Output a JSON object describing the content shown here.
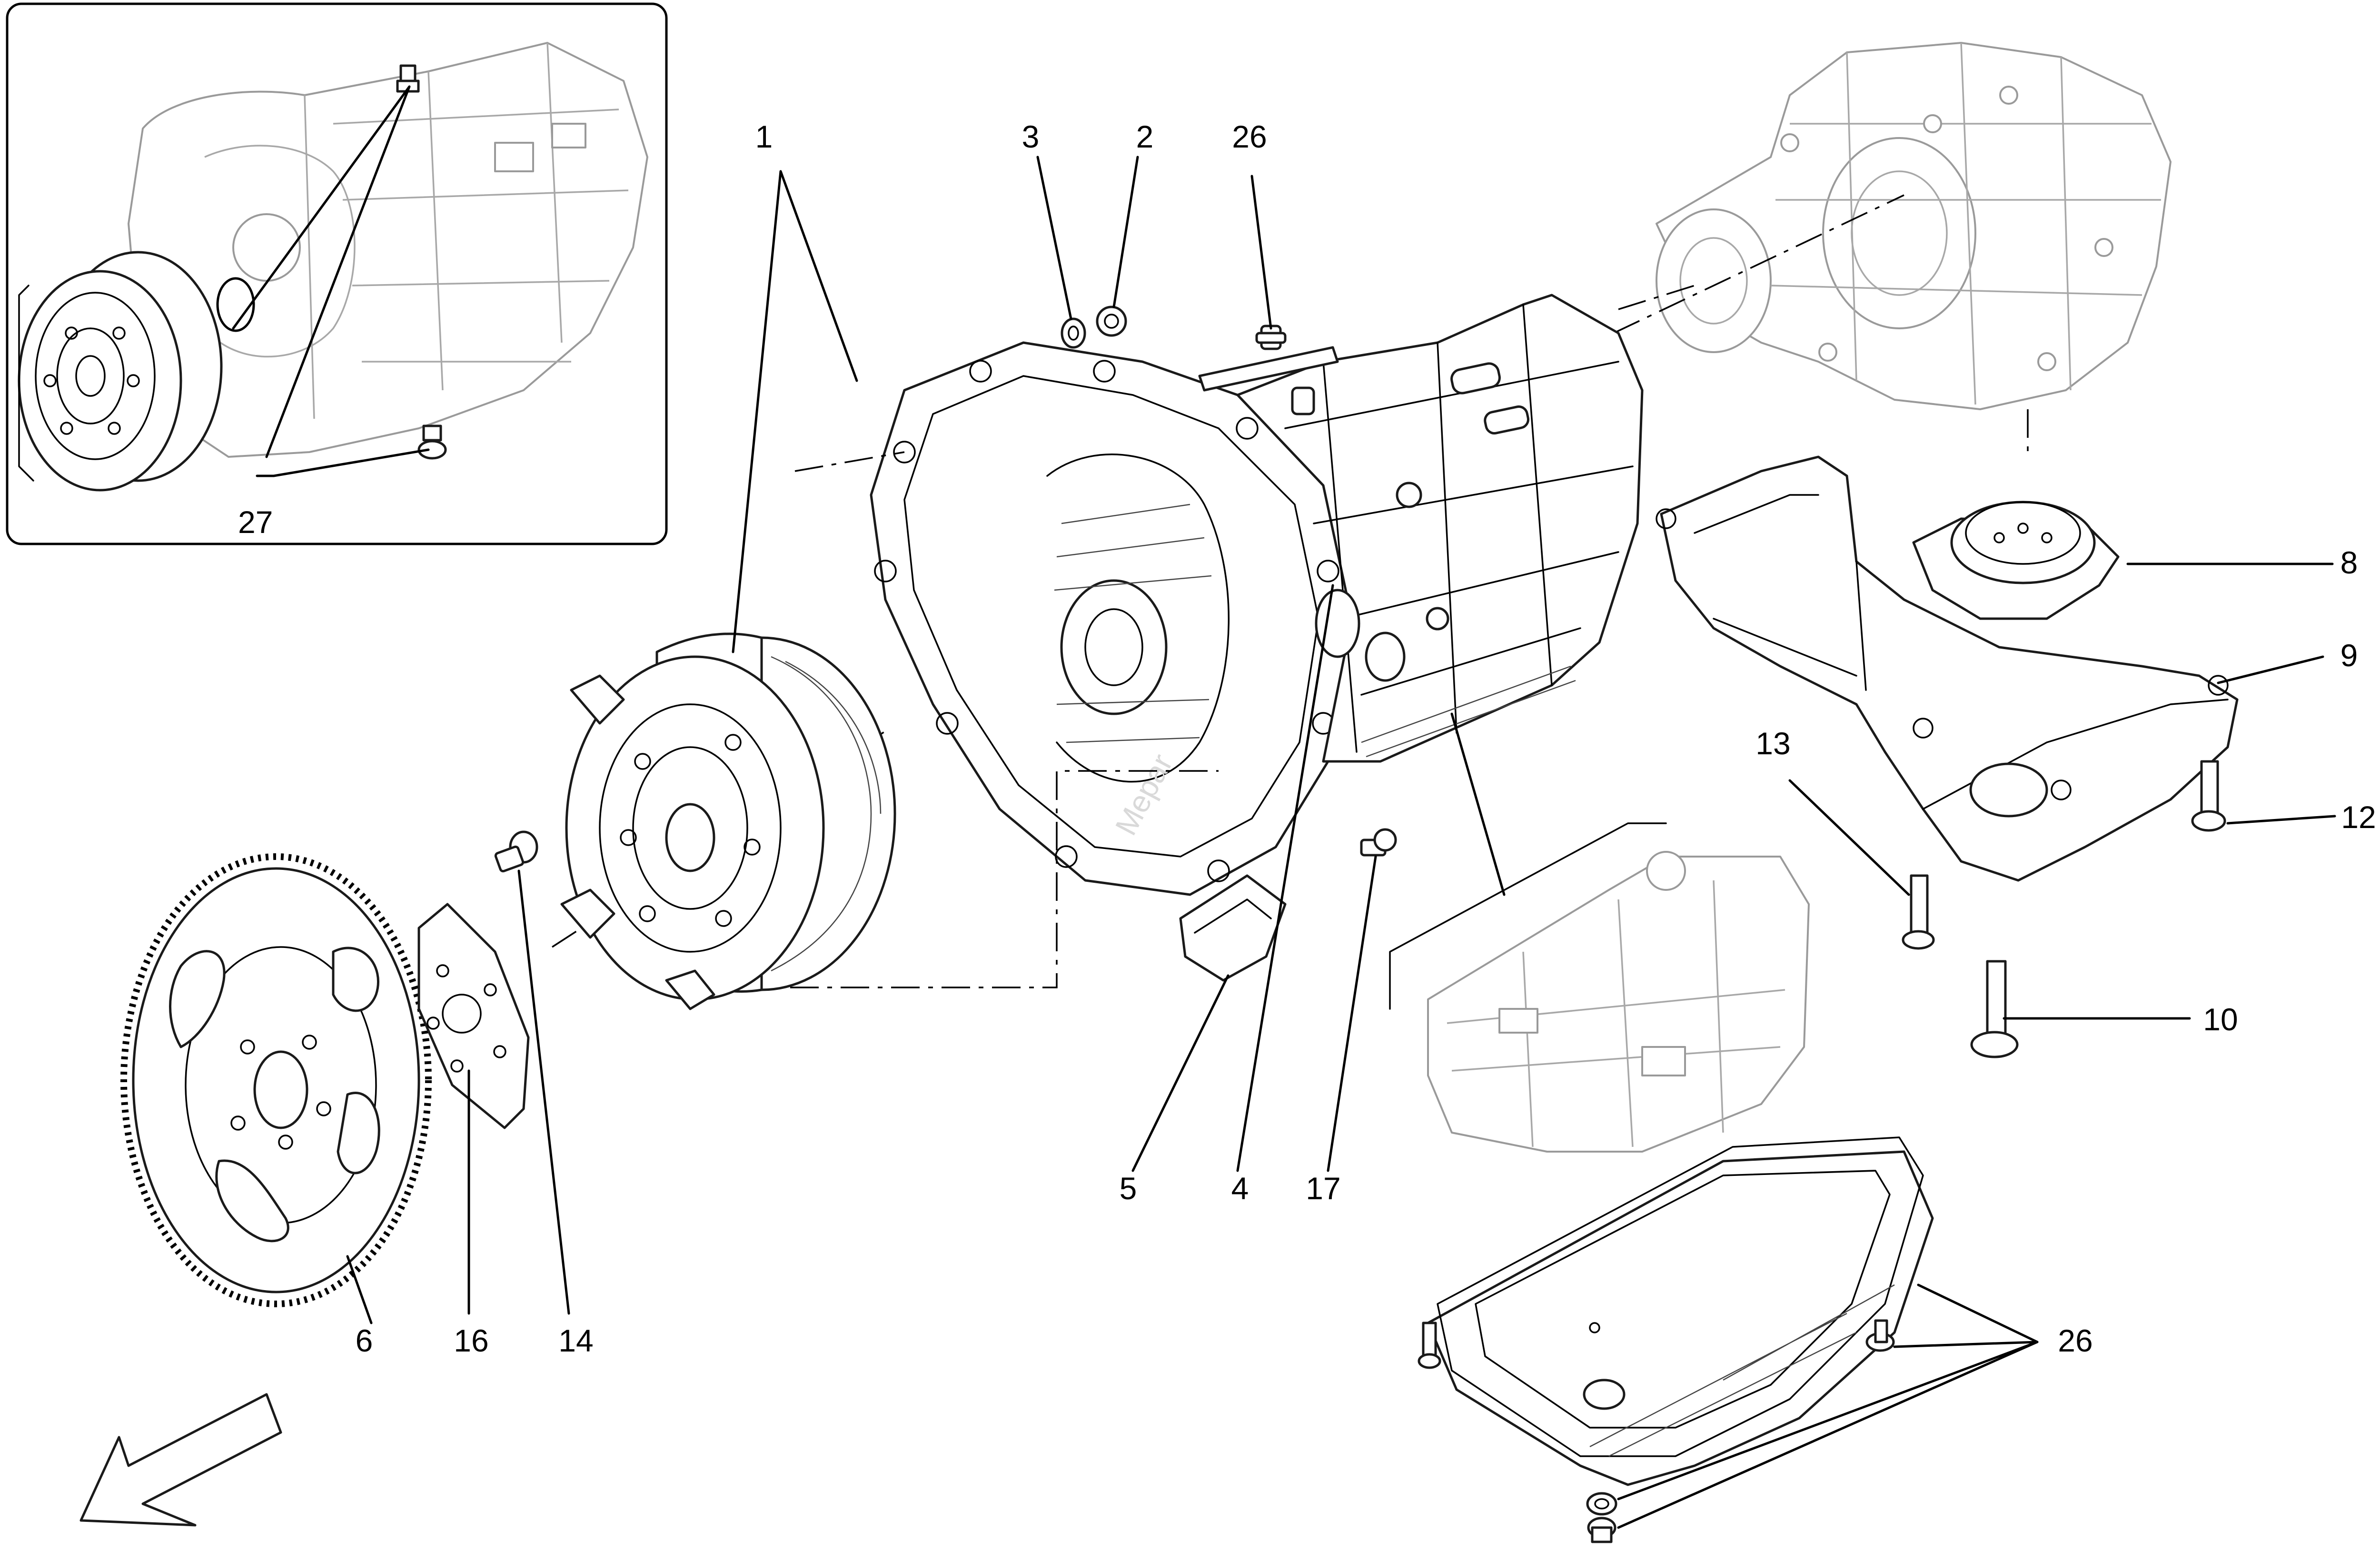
{
  "diagram": {
    "callouts": [
      {
        "id": "c1",
        "label": "1"
      },
      {
        "id": "c2",
        "label": "2"
      },
      {
        "id": "c3",
        "label": "3"
      },
      {
        "id": "c4",
        "label": "4"
      },
      {
        "id": "c5",
        "label": "5"
      },
      {
        "id": "c6",
        "label": "6"
      },
      {
        "id": "c8",
        "label": "8"
      },
      {
        "id": "c9",
        "label": "9"
      },
      {
        "id": "c10",
        "label": "10"
      },
      {
        "id": "c12",
        "label": "12"
      },
      {
        "id": "c13",
        "label": "13"
      },
      {
        "id": "c14",
        "label": "14"
      },
      {
        "id": "c16",
        "label": "16"
      },
      {
        "id": "c17",
        "label": "17"
      },
      {
        "id": "c26a",
        "label": "26"
      },
      {
        "id": "c26b",
        "label": "26"
      },
      {
        "id": "c27",
        "label": "27"
      }
    ],
    "watermark": "Mepar"
  }
}
